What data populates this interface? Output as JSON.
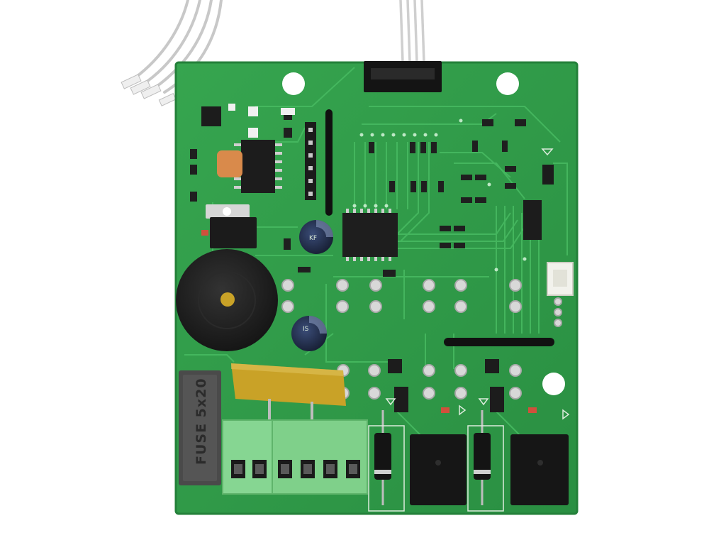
{
  "photo": {
    "subject": "pcb-board",
    "colors": {
      "background": "#ffffff",
      "board": "#2f9a47",
      "board_edge": "#268a3c",
      "trace": "#3fb25a",
      "chip": "#1c1c1c",
      "terminal": "#7fd08a",
      "fuse": "#4a4a4a",
      "capacitor": "#1f2a44",
      "buzzer": "#1d1d1d",
      "gold": "#c9a227"
    },
    "markings": {
      "fuse_label": "FUSE 5x20",
      "cap_label_1": "KF",
      "cap_label_2": "IS"
    }
  }
}
